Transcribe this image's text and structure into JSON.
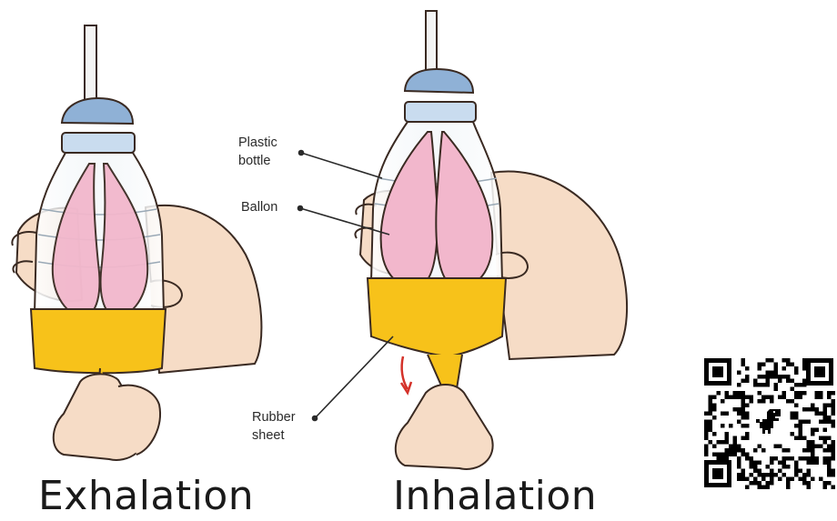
{
  "captions": {
    "exhalation": "Exhalation",
    "inhalation": "Inhalation"
  },
  "labels": {
    "plastic_bottle_line1": "Plastic",
    "plastic_bottle_line2": "bottle",
    "ballon": "Ballon",
    "rubber_sheet_line1": "Rubber",
    "rubber_sheet_line2": "sheet"
  },
  "colors": {
    "skin": "#f6dcc6",
    "skin_outline": "#3a2a22",
    "balloon": "#f2b7cc",
    "rubber": "#f7c21a",
    "cap": "#8fb1d6",
    "ring": "#c9dcef",
    "arrow": "#d4322a"
  },
  "qr_code": {
    "icon": "dinosaur-icon"
  }
}
